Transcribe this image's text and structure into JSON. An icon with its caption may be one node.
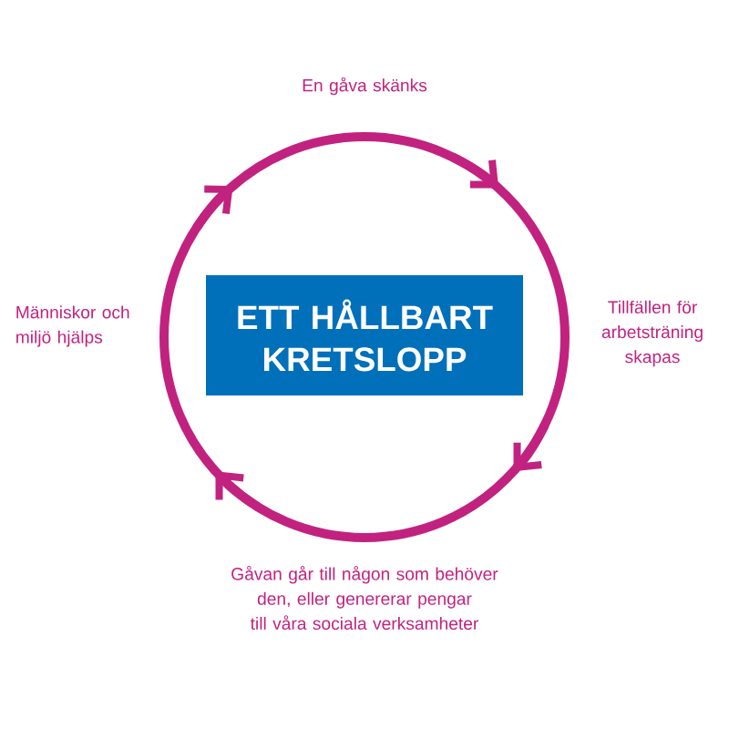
{
  "diagram": {
    "nodes": [
      {
        "text": [
          "ETT HÅLLBART KRETSLOPP"
        ]
      }
    ],
    "labels": [
      "En gåva skänks",
      "Tillfällen för arbetsträning skapas",
      "Gåvan går till någon som behöver den, eller genererar pengar till våra sociala verksamheter",
      "Människor och miljö hjälps"
    ]
  }
}
